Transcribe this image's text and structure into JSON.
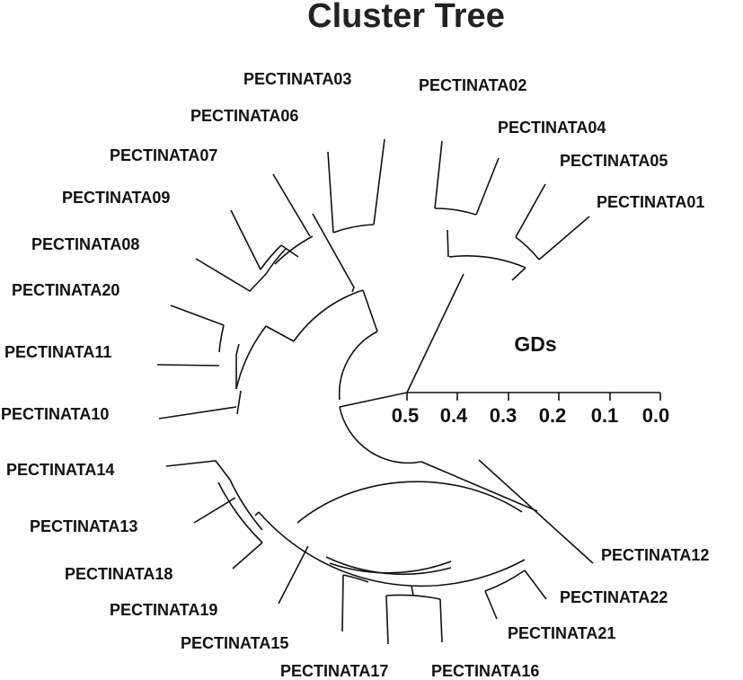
{
  "title": "Cluster Tree",
  "scale": {
    "title": "GDs",
    "ticks": [
      "0.5",
      "0.4",
      "0.3",
      "0.2",
      "0.1",
      "0.0"
    ]
  },
  "leaves": [
    "PECTINATA01",
    "PECTINATA05",
    "PECTINATA04",
    "PECTINATA02",
    "PECTINATA03",
    "PECTINATA06",
    "PECTINATA07",
    "PECTINATA09",
    "PECTINATA08",
    "PECTINATA20",
    "PECTINATA11",
    "PECTINATA10",
    "PECTINATA14",
    "PECTINATA13",
    "PECTINATA18",
    "PECTINATA19",
    "PECTINATA15",
    "PECTINATA17",
    "PECTINATA16",
    "PECTINATA21",
    "PECTINATA22",
    "PECTINATA12"
  ],
  "colors": {
    "ink": "#111111",
    "title": "#222222",
    "background": "#ffffff"
  }
}
